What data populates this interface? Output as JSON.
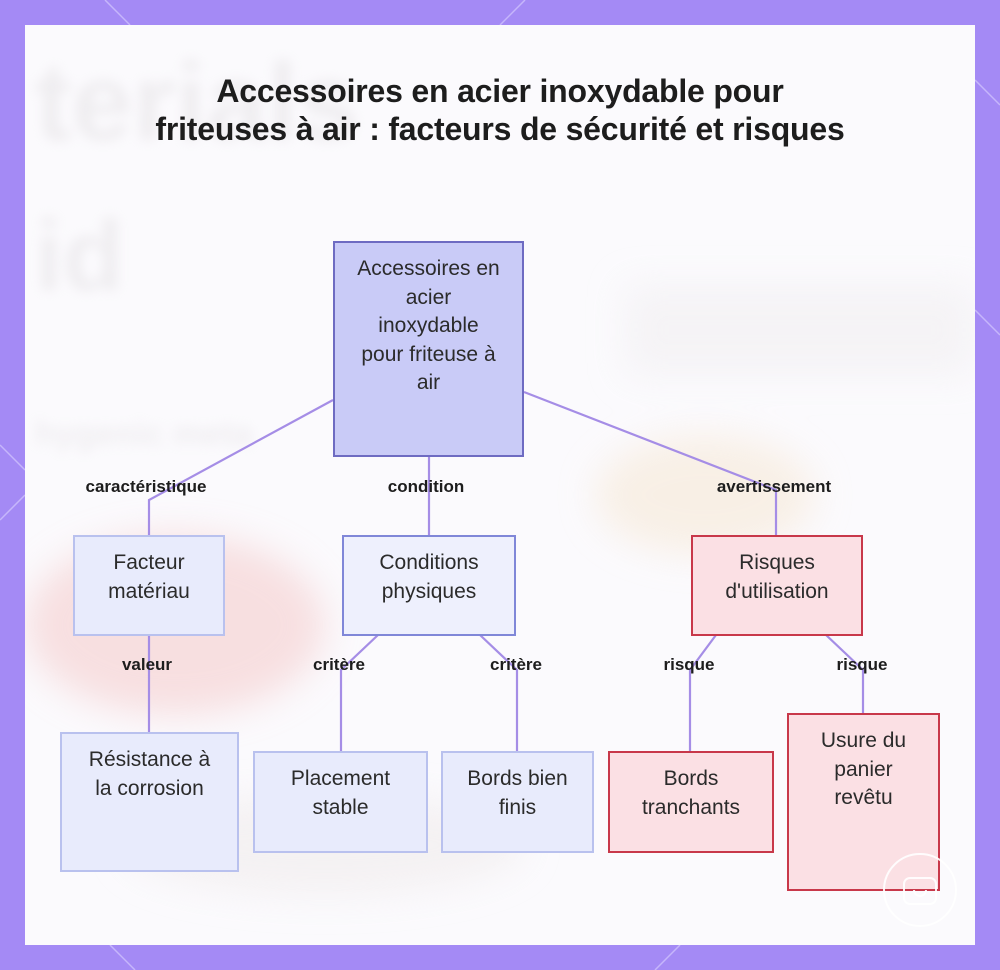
{
  "title": "Accessoires en acier inoxydable pour friteuses à air : facteurs de sécurité et risques",
  "nodes": {
    "root": "Accessoires en acier inoxydable pour friteuse à air",
    "material": "Facteur matériau",
    "physical": "Conditions physiques",
    "risks": "Risques d'utilisation",
    "corrosion": "Résistance à la corrosion",
    "placement": "Placement stable",
    "edges_finished": "Bords bien finis",
    "sharp_edges": "Bords tranchants",
    "basket_wear": "Usure du panier revêtu"
  },
  "edge_labels": {
    "characteristic": "caractéristique",
    "condition": "condition",
    "warning": "avertissement",
    "value": "valeur",
    "criterion_1": "critère",
    "criterion_2": "critère",
    "risk_1": "risque",
    "risk_2": "risque"
  },
  "colors": {
    "frame": "#a48af5",
    "edge_blue": "#a58de6",
    "root_fill": "#c9cbf7",
    "risk_border": "#c8384a",
    "risk_fill": "#fbe0e4"
  }
}
